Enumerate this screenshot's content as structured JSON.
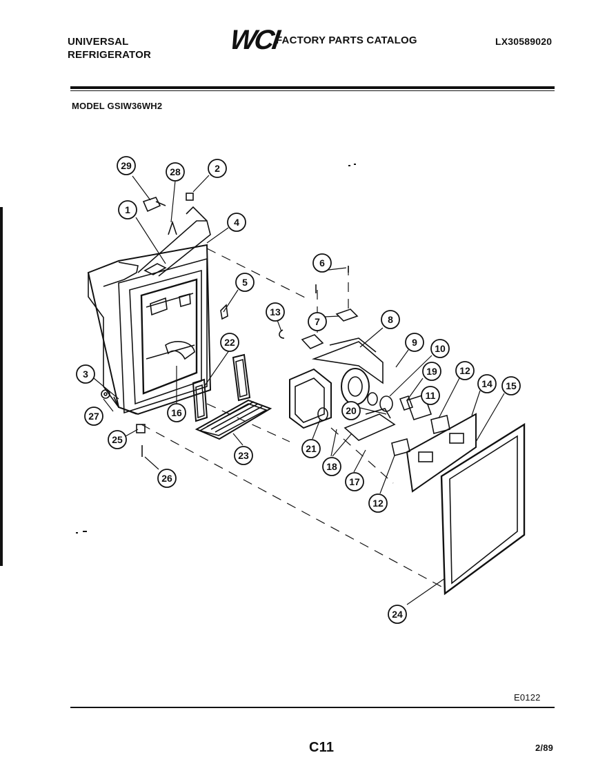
{
  "header": {
    "brand_line1": "UNIVERSAL",
    "brand_line2": "REFRIGERATOR",
    "logo": "WCI",
    "catalog_title": "FACTORY PARTS CATALOG",
    "part_number": "LX30589020"
  },
  "model": "MODEL GSIW36WH2",
  "diagram": {
    "callouts": [
      "29",
      "28",
      "2",
      "1",
      "4",
      "5",
      "6",
      "13",
      "7",
      "8",
      "9",
      "10",
      "19",
      "12",
      "14",
      "15",
      "3",
      "22",
      "11",
      "27",
      "16",
      "20",
      "25",
      "23",
      "21",
      "18",
      "17",
      "12",
      "26",
      "24"
    ]
  },
  "footer": {
    "diagram_code": "E0122",
    "page": "C11",
    "date": "2/89"
  }
}
